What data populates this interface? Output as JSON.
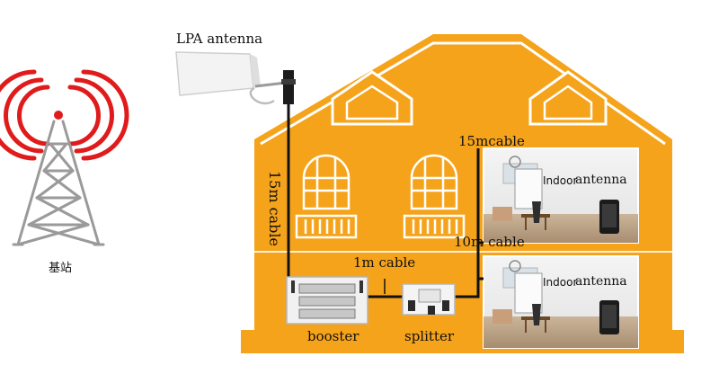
{
  "labels": {
    "base_station": "基站",
    "lpa_antenna": "LPA antenna",
    "cable_15m_vertical": "15m cable",
    "cable_15m_top": "15mcable",
    "cable_10m": "10m cable",
    "cable_1m": "1m cable",
    "booster": "booster",
    "splitter": "splitter",
    "indoor_antenna_upper_a": "Indoor",
    "indoor_antenna_upper_b": "antenna",
    "indoor_antenna_lower_a": "Indoor",
    "indoor_antenna_lower_b": "antenna"
  },
  "colors": {
    "house": "#f5a31a",
    "signal_waves": "#e01b1b",
    "tower": "#9a9a9a",
    "cable": "#111111"
  }
}
